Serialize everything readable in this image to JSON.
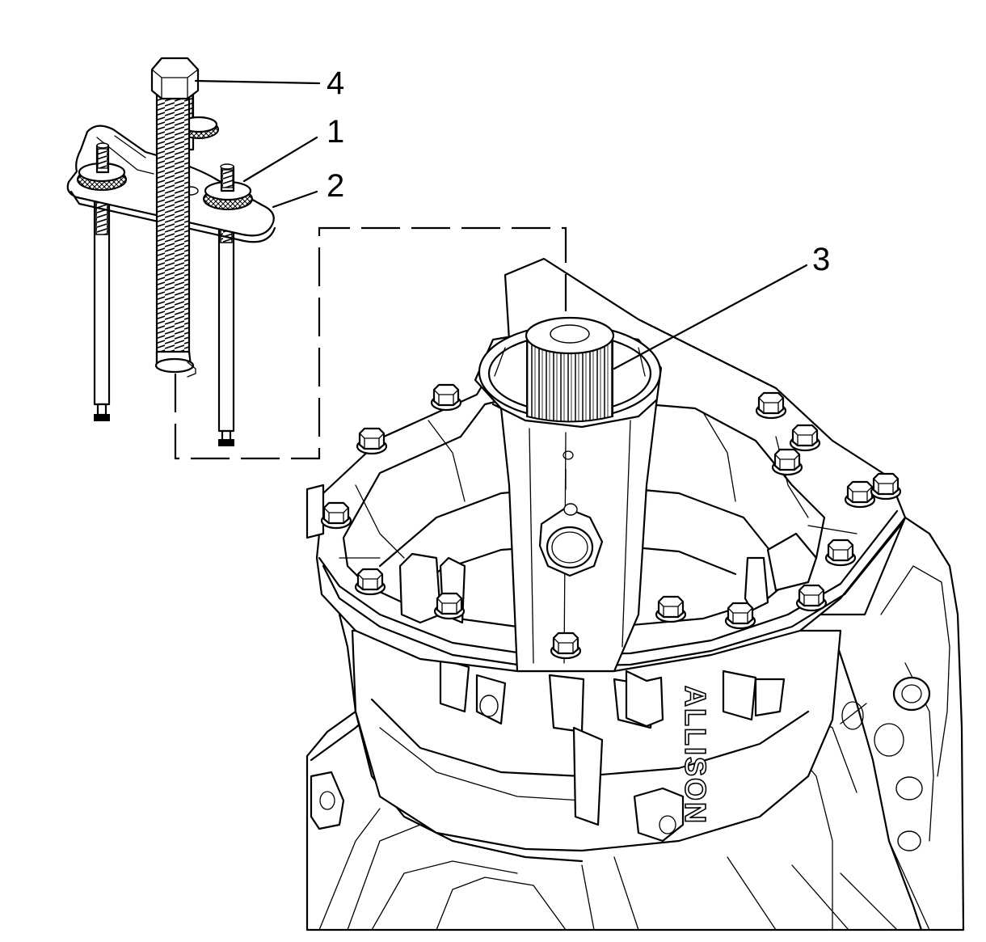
{
  "callouts": [
    {
      "id": "4",
      "label": "4"
    },
    {
      "id": "1",
      "label": "1"
    },
    {
      "id": "2",
      "label": "2"
    },
    {
      "id": "3",
      "label": "3"
    }
  ],
  "casting_text": "ALLISON"
}
